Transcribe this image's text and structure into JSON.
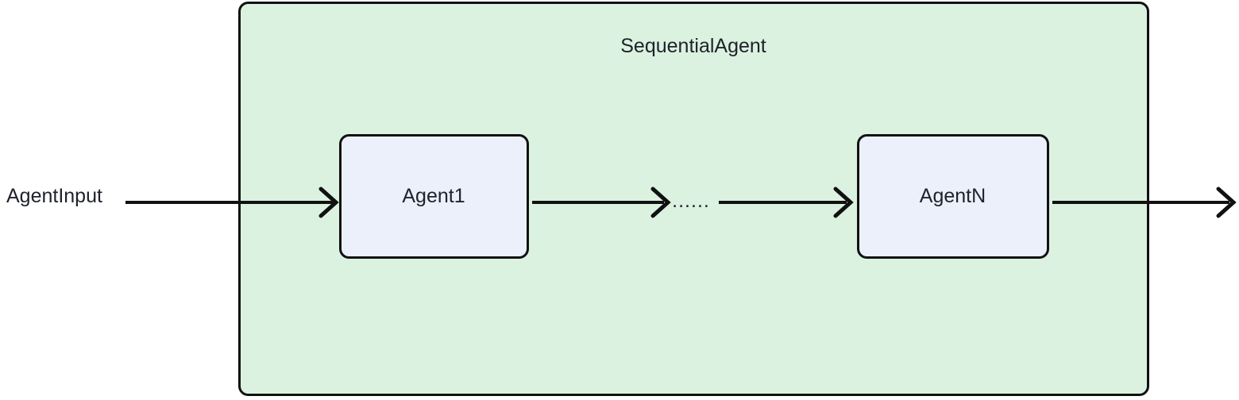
{
  "diagram": {
    "type": "flow",
    "orientation": "left-to-right",
    "container": {
      "title": "SequentialAgent",
      "fill_color": "#dcf2e0",
      "stroke_color": "#111111",
      "shape": "rounded-rectangle"
    },
    "input": {
      "label": "AgentInput"
    },
    "nodes": [
      {
        "id": "agent1",
        "label": "Agent1",
        "fill_color": "#ecf0fb",
        "stroke_color": "#111111",
        "shape": "rounded-rectangle"
      },
      {
        "id": "ellipsis",
        "label": "......",
        "shape": "text"
      },
      {
        "id": "agentn",
        "label": "AgentN",
        "fill_color": "#ecf0fb",
        "stroke_color": "#111111",
        "shape": "rounded-rectangle"
      }
    ],
    "edges": [
      {
        "from": "AgentInput",
        "to": "Agent1",
        "style": "solid-arrow"
      },
      {
        "from": "Agent1",
        "to": "......",
        "style": "solid-arrow"
      },
      {
        "from": "......",
        "to": "AgentN",
        "style": "solid-arrow"
      },
      {
        "from": "AgentN",
        "to": "output",
        "style": "solid-arrow"
      }
    ],
    "colors": {
      "text": "#20222c",
      "line": "#111111",
      "background": "#ffffff"
    }
  }
}
